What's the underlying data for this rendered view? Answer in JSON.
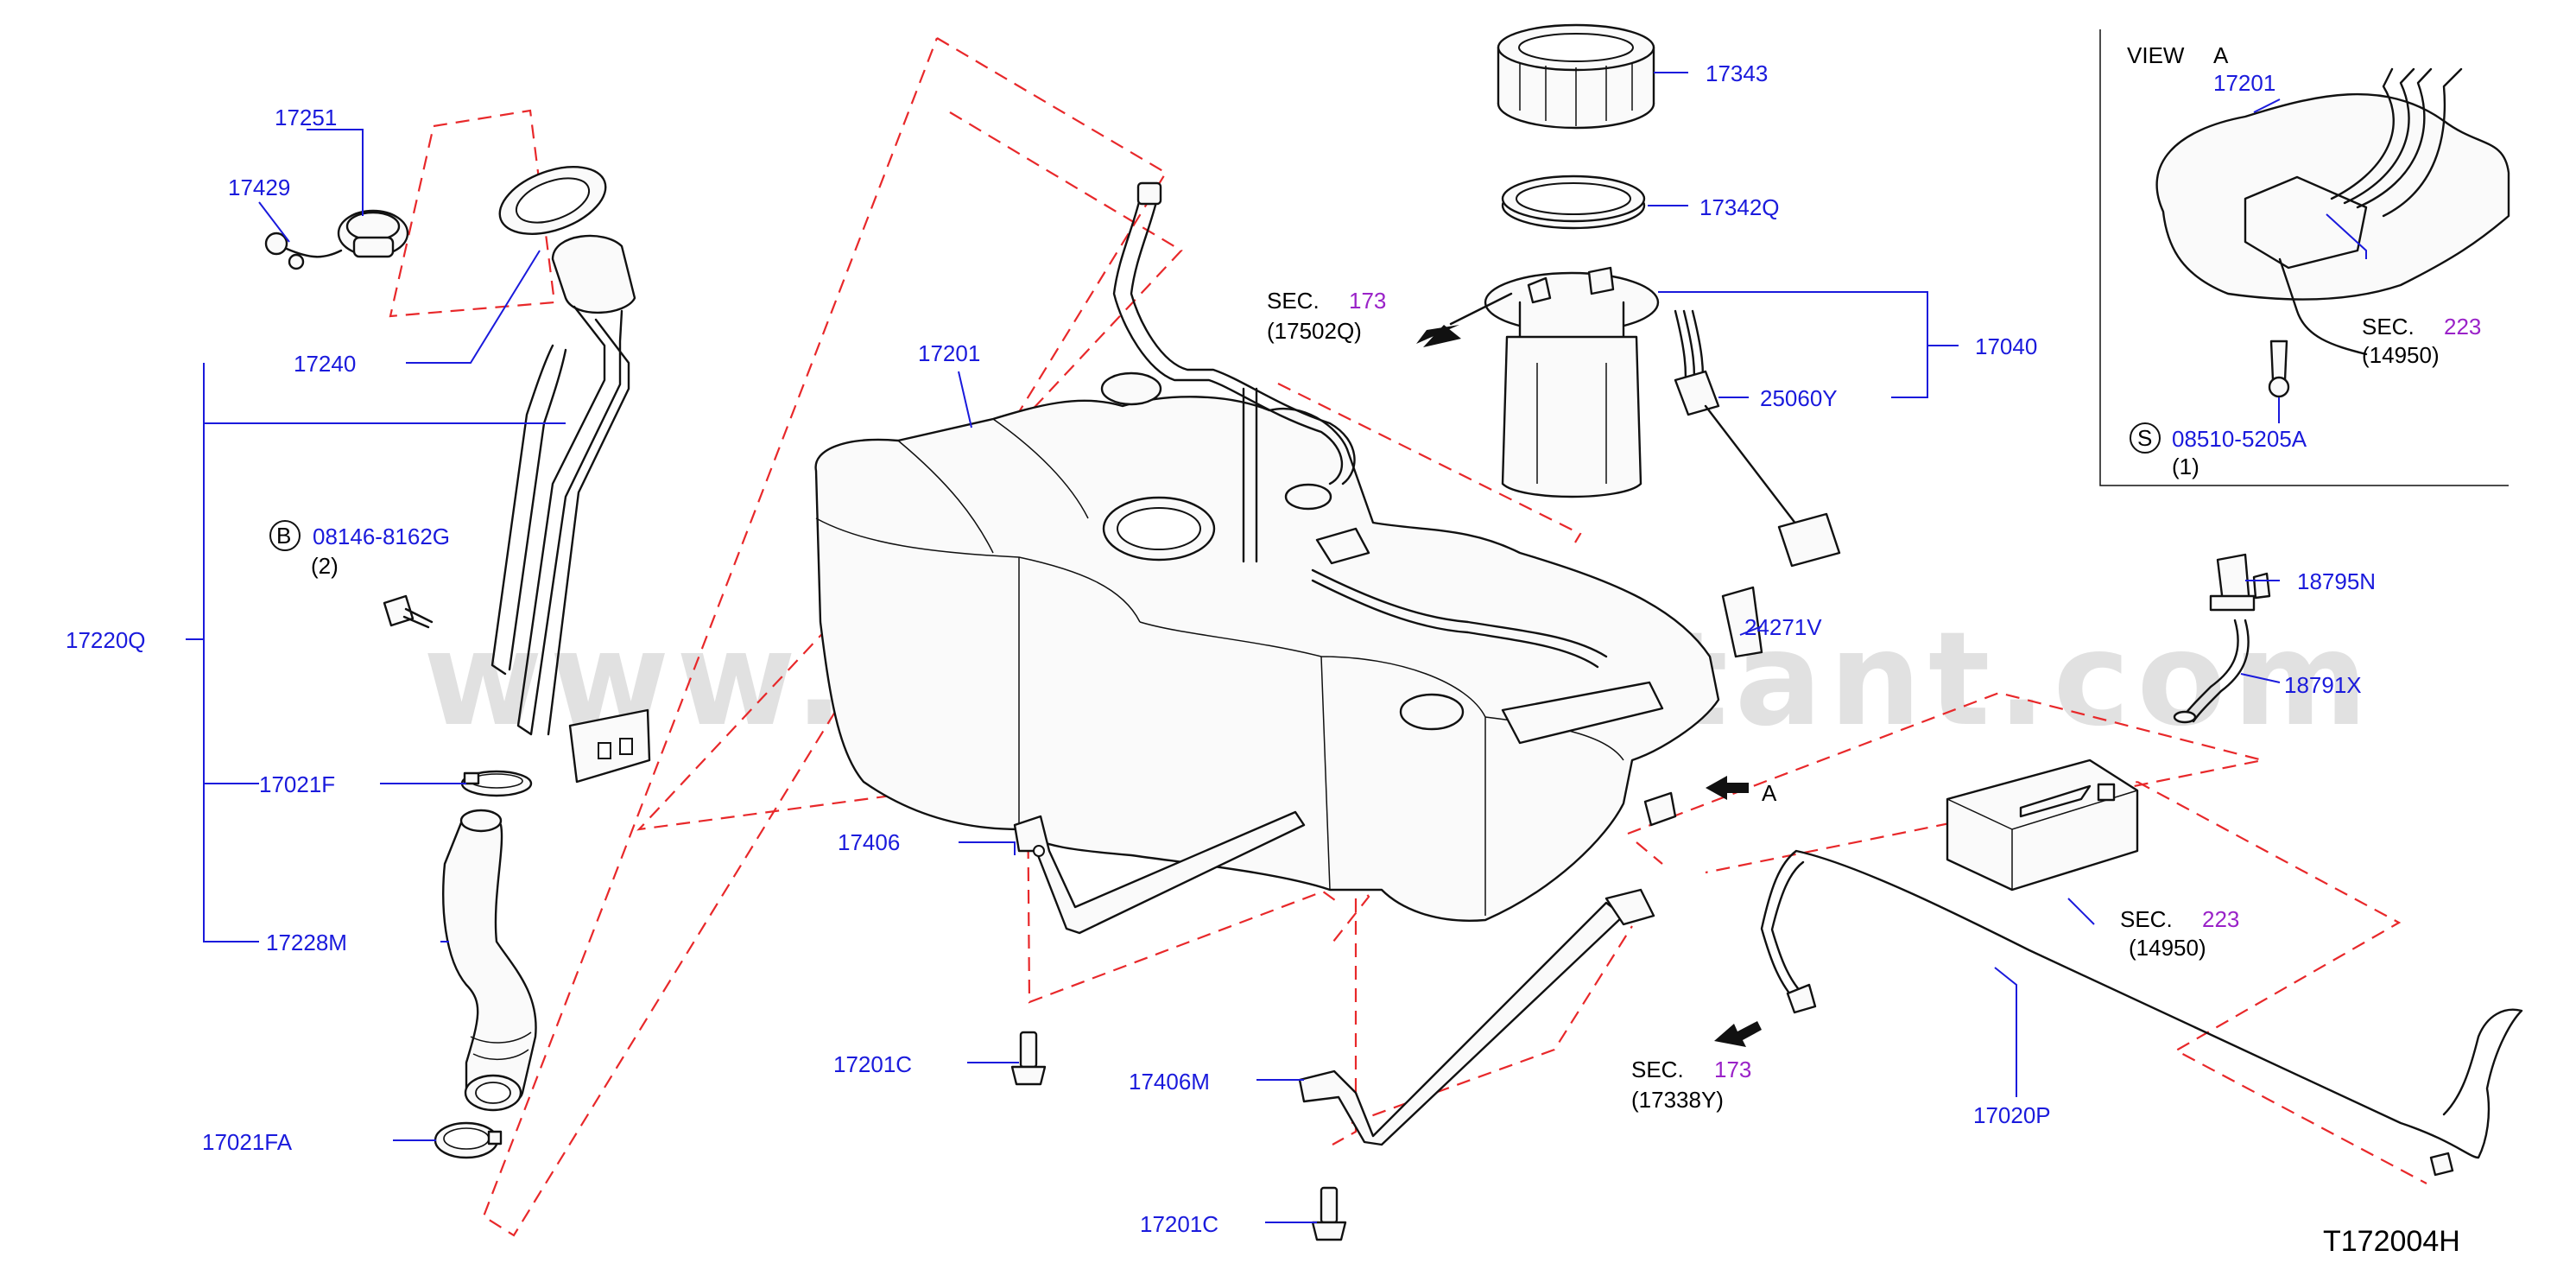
{
  "watermark": "www.partsassistant.com",
  "diagram_code": "T172004H",
  "view_a": {
    "title_view": "VIEW",
    "title_letter": "A"
  },
  "arrow_a_label": "A",
  "callouts": {
    "c17251": "17251",
    "c17429": "17429",
    "c17240": "17240",
    "c08146": "08146-8162G",
    "c08146_qty": "(2)",
    "c08146_sym": "B",
    "c17220Q": "17220Q",
    "c17021F": "17021F",
    "c17228M": "17228M",
    "c17021FA": "17021FA",
    "c17201_main": "17201",
    "c17406": "17406",
    "c17201C_a": "17201C",
    "c17406M": "17406M",
    "c17201C_b": "17201C",
    "c17343": "17343",
    "c17342Q": "17342Q",
    "c17040": "17040",
    "c25060Y": "25060Y",
    "c24271V": "24271V",
    "c17201_view": "17201",
    "c08510": "08510-5205A",
    "c08510_qty": "(1)",
    "c08510_sym": "S",
    "c18795N": "18795N",
    "c18791X": "18791X",
    "c17020P": "17020P"
  },
  "sec_refs": {
    "s1": {
      "sec": "SEC.",
      "num": "173",
      "ref": "(17502Q)"
    },
    "s2": {
      "sec": "SEC.",
      "num": "223",
      "ref": "(14950)"
    },
    "s3": {
      "sec": "SEC.",
      "num": "223",
      "ref": "(14950)"
    },
    "s4": {
      "sec": "SEC.",
      "num": "173",
      "ref": "(17338Y)"
    }
  },
  "colors": {
    "part_number": "#1a1adc",
    "section_number": "#9a22c8",
    "dashed_outline": "#e8282a",
    "watermark": "#c9c9c9"
  }
}
